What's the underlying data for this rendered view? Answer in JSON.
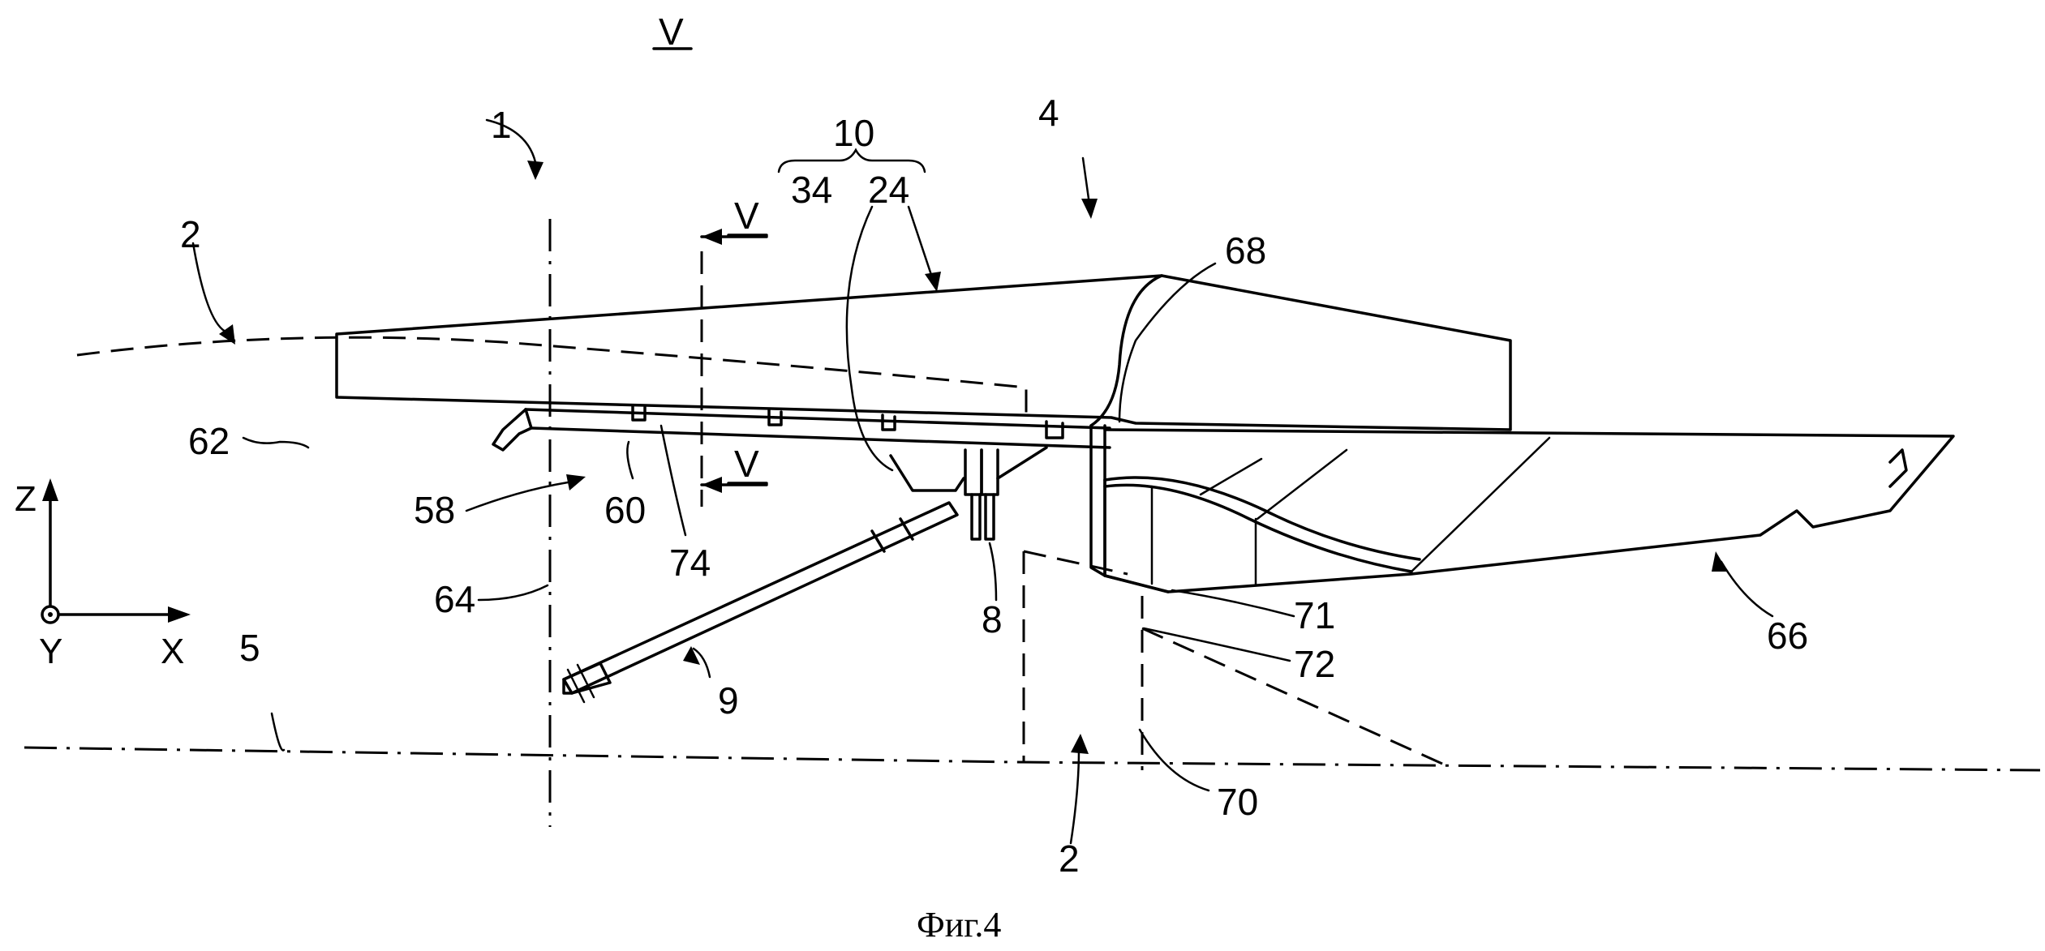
{
  "caption": "Фиг.4",
  "section_mark": "V",
  "axes": {
    "z": "Z",
    "x": "X",
    "y": "Y"
  },
  "labels": {
    "l1": "1",
    "l2a": "2",
    "l2b": "2",
    "l4": "4",
    "l5": "5",
    "l8": "8",
    "l9": "9",
    "l10": "10",
    "l24": "24",
    "l34": "34",
    "l58": "58",
    "l60": "60",
    "l62": "62",
    "l64": "64",
    "l66": "66",
    "l68": "68",
    "l70": "70",
    "l71": "71",
    "l72": "72",
    "l74": "74"
  }
}
